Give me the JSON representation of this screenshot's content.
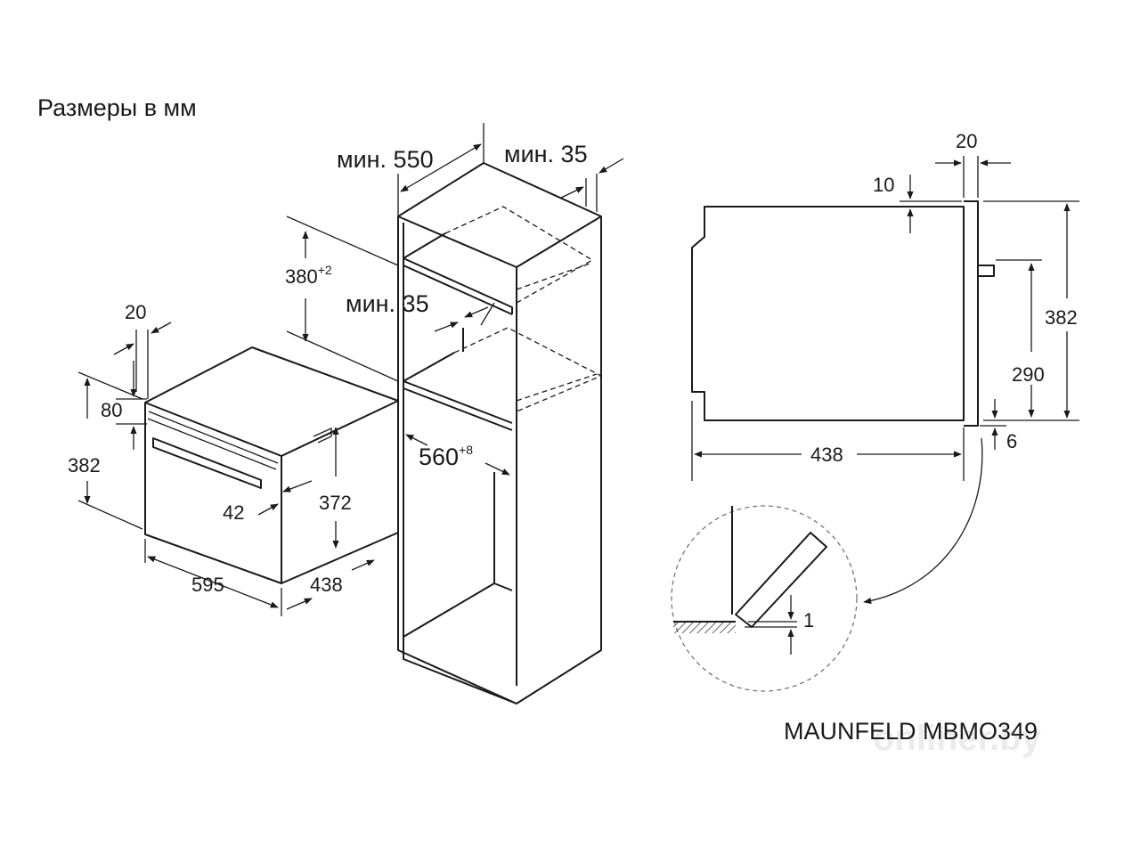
{
  "title": "Размеры в мм",
  "model": "MAUNFELD MBMO349",
  "watermark": "onliner.by",
  "oven": {
    "depth_gap": "20",
    "panel_height": "80",
    "height": "382",
    "handle_offset": "42",
    "inner_height": "372",
    "width": "595",
    "depth": "438"
  },
  "cabinet": {
    "min_depth_label": "мин. 550",
    "min_rear_gap_label": "мин. 35",
    "niche_height": "380",
    "niche_height_tol": "+2",
    "min_vent_label": "мин. 35",
    "niche_width": "560",
    "niche_width_tol": "+8"
  },
  "side": {
    "front_thickness": "20",
    "top_offset": "10",
    "height": "382",
    "handle_height": "290",
    "depth": "438",
    "bottom_offset": "6"
  },
  "detail": {
    "gap": "1"
  }
}
